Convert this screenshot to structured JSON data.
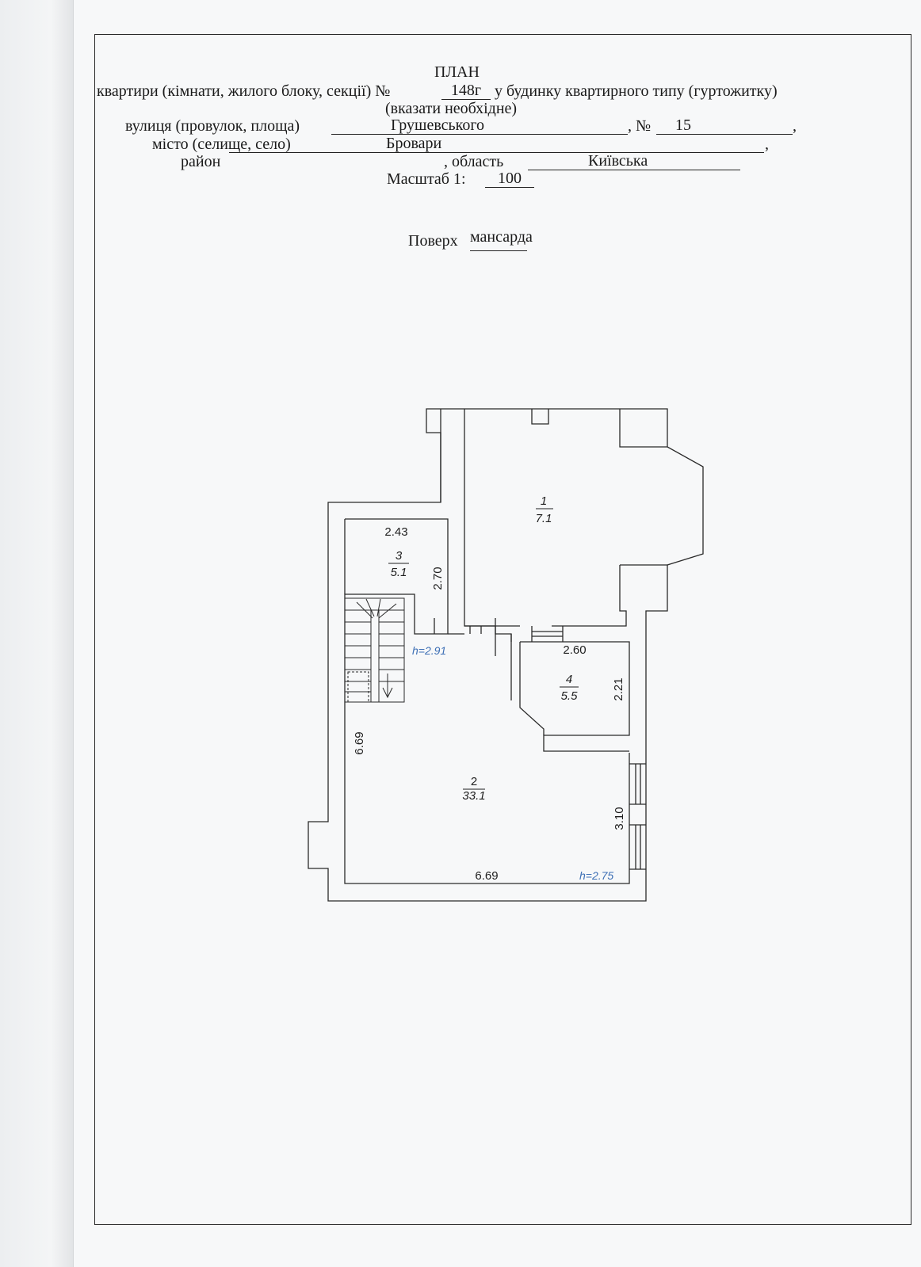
{
  "header": {
    "title": "ПЛАН",
    "line1_before": "квартири (кімнати, жилого блоку, секції) №",
    "apartment_no": "148г",
    "line1_after": "у будинку квартирного типу (гуртожитку)",
    "note": "(вказати необхідне)",
    "street_label": "вулиця (провулок, площа)",
    "street": "Грушевського",
    "house_label": ", №",
    "house_no": "15",
    "comma1": ",",
    "city_label": "місто (селище, село)",
    "city": "Бровари",
    "comma2": ",",
    "district_label": "район",
    "district": "",
    "region_label": ", область",
    "region": "Київська",
    "scale_label": "Масштаб 1:",
    "scale": "100",
    "floor_label": "Поверх",
    "floor": "мансарда"
  },
  "plan": {
    "rooms": [
      {
        "number": "1",
        "area": "7.1"
      },
      {
        "number": "2",
        "area": "33.1"
      },
      {
        "number": "3",
        "area": "5.1"
      },
      {
        "number": "4",
        "area": "5.5"
      }
    ],
    "dimensions": {
      "room3_width": "2.43",
      "room3_depth": "2.70",
      "room4_width": "2.60",
      "room4_depth": "2.21",
      "room2_left": "6.69",
      "room2_bottom": "6.69",
      "room2_right": "3.10"
    },
    "heights": {
      "upper": "h=2.91",
      "lower": "h=2.75"
    },
    "colors": {
      "height_label": "#3d6fb5",
      "lines": "#2a2a2a"
    }
  }
}
